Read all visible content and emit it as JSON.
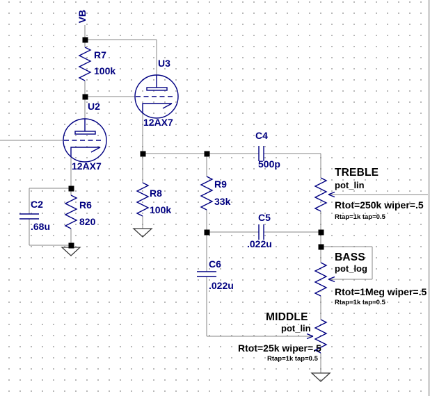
{
  "nets": {
    "supply_label": "VB"
  },
  "components": {
    "R7": {
      "ref": "R7",
      "value": "100k"
    },
    "R6": {
      "ref": "R6",
      "value": "820"
    },
    "R8": {
      "ref": "R8",
      "value": "100k"
    },
    "R9": {
      "ref": "R9",
      "value": "33k"
    },
    "C2": {
      "ref": "C2",
      "value": ".68u"
    },
    "C4": {
      "ref": "C4",
      "value": "500p"
    },
    "C5": {
      "ref": "C5",
      "value": ".022u"
    },
    "C6": {
      "ref": "C6",
      "value": ".022u"
    },
    "U2": {
      "ref": "U2",
      "value": "12AX7"
    },
    "U3": {
      "ref": "U3",
      "value": "12AX7"
    },
    "TREBLE": {
      "ref": "TREBLE",
      "model": "pot_lin",
      "params": "Rtot=250k wiper=.5",
      "tap": "Rtap=1k tap=0.5"
    },
    "BASS": {
      "ref": "BASS",
      "model": "pot_log",
      "params": "Rtot=1Meg wiper=.5",
      "tap": "Rtap=1k tap=0.5"
    },
    "MIDDLE": {
      "ref": "MIDDLE",
      "model": "pot_lin",
      "params": "Rtot=25k wiper=.5",
      "tap": "Rtap=1k tap=0.5"
    }
  },
  "colors": {
    "wire": "#848484",
    "symbol": "#000082",
    "label_navy": "#000080",
    "label_black": "#000000",
    "junction": "#000000",
    "ground": "#3a3a3a",
    "grid_dot": "#b2b2b2"
  }
}
